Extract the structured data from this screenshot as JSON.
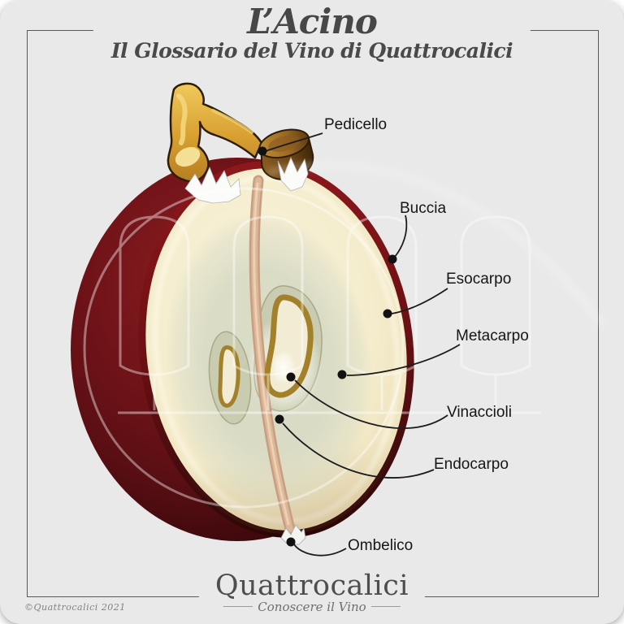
{
  "header": {
    "title": "L’Acino",
    "subtitle": "Il Glossario del Vino di Quattrocalici"
  },
  "diagram": {
    "subject": "Sezione di un acino d'uva (grape berry cross-section)",
    "watermark": "quattro calici (four wine glasses) logo outline"
  },
  "annotations": [
    {
      "id": "pedicello",
      "text": "Pedicello"
    },
    {
      "id": "buccia",
      "text": "Buccia"
    },
    {
      "id": "esocarpo",
      "text": "Esocarpo"
    },
    {
      "id": "metacarpo",
      "text": "Metacarpo"
    },
    {
      "id": "vinaccioli",
      "text": "Vinaccioli"
    },
    {
      "id": "endocarpo",
      "text": "Endocarpo"
    },
    {
      "id": "ombelico",
      "text": "Ombelico"
    }
  ],
  "footer": {
    "brand": "Quattrocalici",
    "tagline": "Conoscere il Vino",
    "copyright": "©Quattrocalici 2021"
  },
  "colors": {
    "card_background": "#e9e9e9",
    "frame_border": "#595959",
    "heading_text": "#474747",
    "label_text": "#161616",
    "grape_skin": "#6e1318",
    "grape_skin_dark": "#2f0708",
    "flesh_cream": "#f4edcd",
    "inner_flesh": "#d8dbc6",
    "seed_gold": "#a3812a",
    "stem_gold": "#d89f30",
    "axis_tan": "#d4ab8c"
  }
}
